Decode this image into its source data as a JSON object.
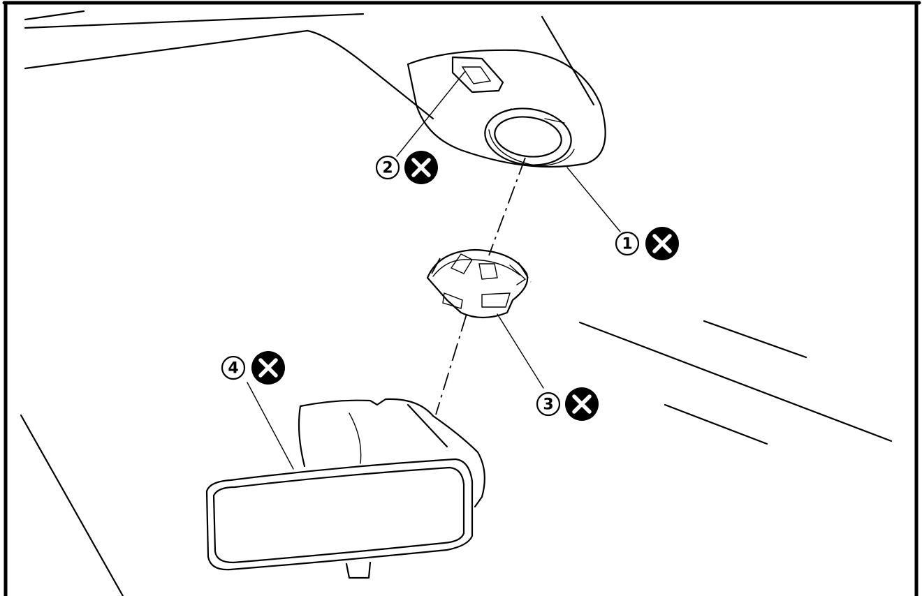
{
  "diagram": {
    "callouts": [
      {
        "number": "1",
        "symbol": "cross-mark-icon"
      },
      {
        "number": "2",
        "symbol": "cross-mark-icon"
      },
      {
        "number": "3",
        "symbol": "cross-mark-icon"
      },
      {
        "number": "4",
        "symbol": "cross-mark-icon"
      }
    ]
  }
}
